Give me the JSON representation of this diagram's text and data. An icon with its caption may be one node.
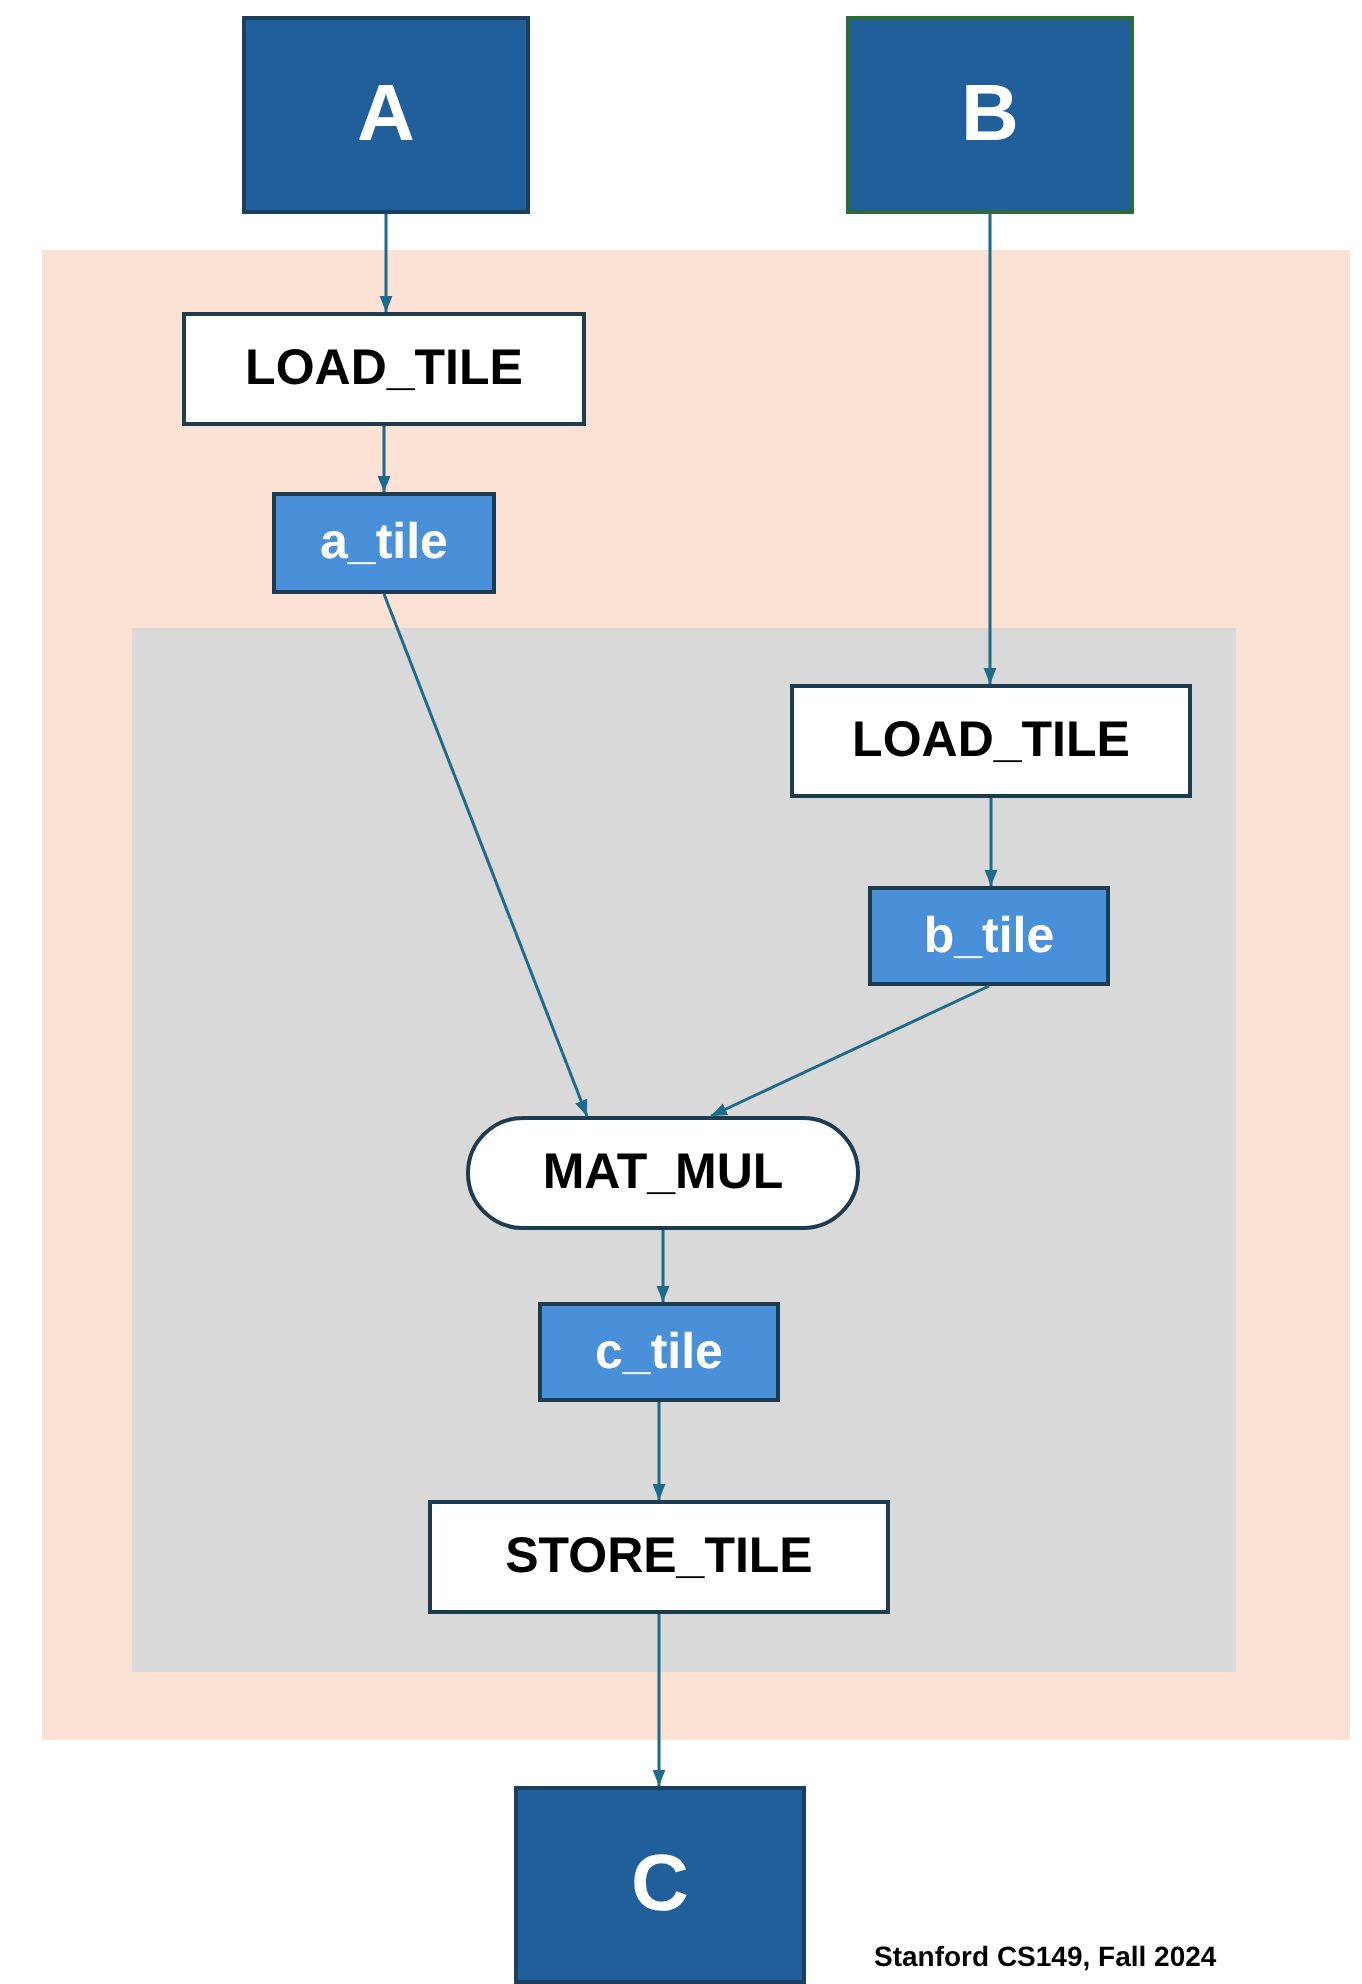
{
  "diagram": {
    "nodes": [
      {
        "text": [
          "A"
        ]
      },
      {
        "text": [
          "B"
        ]
      },
      {
        "text": [],
        "shape": "box"
      },
      {
        "text": [
          "LOAD_TILE"
        ],
        "in": 2
      },
      {
        "text": [
          "a_tile"
        ],
        "in": 2
      },
      {
        "text": [],
        "shape": "box",
        "in": 2
      },
      {
        "text": [
          "LOAD_TILE"
        ],
        "in": 5
      },
      {
        "text": [
          "b_tile"
        ],
        "in": 5
      },
      {
        "text": [
          "MAT_MUL"
        ],
        "in": 5
      },
      {
        "text": [
          "c_tile"
        ],
        "in": 5
      },
      {
        "text": [
          "STORE_TILE"
        ],
        "in": 5
      },
      {
        "text": [
          "C"
        ]
      }
    ],
    "edges": [
      {
        "from": 0,
        "to": 3,
        "arrow": "to"
      },
      {
        "from": 3,
        "to": 4,
        "arrow": "to"
      },
      {
        "from": 1,
        "to": 6,
        "arrow": "to"
      },
      {
        "from": 4,
        "to": 8,
        "arrow": "to"
      },
      {
        "from": 6,
        "to": 7,
        "arrow": "to"
      },
      {
        "from": 7,
        "to": 8,
        "arrow": "to"
      },
      {
        "from": 8,
        "to": 9,
        "arrow": "to"
      },
      {
        "from": 9,
        "to": 10,
        "arrow": "to"
      },
      {
        "from": 10,
        "to": 11,
        "arrow": "to"
      }
    ],
    "labels": [
      "Stanford CS149, Fall 2024"
    ]
  }
}
